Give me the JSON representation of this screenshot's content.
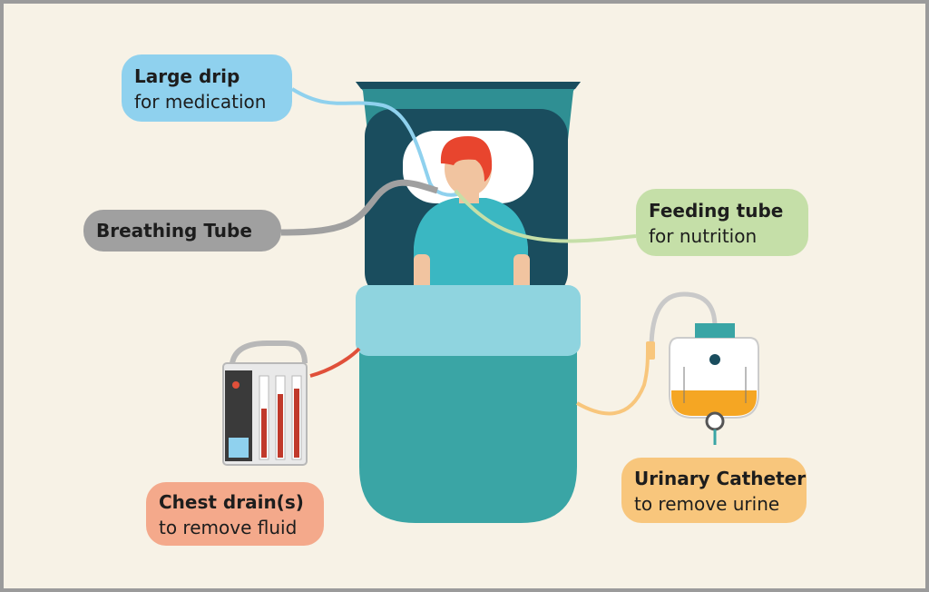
{
  "colors": {
    "background": "#f7f2e6",
    "frame": "#9b9b9b",
    "drip": "#8fd1ee",
    "breathing": "#a0a0a0",
    "feeding": "#c5dfa8",
    "chest": "#f4a98b",
    "urinary": "#f8c67c",
    "bed_teal": "#3aa5a5",
    "headboard_navy": "#1a4d5e",
    "blanket_light": "#8fd4df"
  },
  "callouts": {
    "drip": {
      "title": "Large drip",
      "subtitle": "for medication"
    },
    "breathing": {
      "title": "Breathing Tube"
    },
    "feeding": {
      "title": "Feeding tube",
      "subtitle": "for nutrition"
    },
    "chest": {
      "title": "Chest drain(s)",
      "subtitle": "to remove fluid"
    },
    "urinary": {
      "title": "Urinary Catheter",
      "subtitle": "to remove urine"
    }
  },
  "icons": [
    "patient-in-bed-illustration",
    "chest-drain-device-icon",
    "urine-bag-icon"
  ]
}
